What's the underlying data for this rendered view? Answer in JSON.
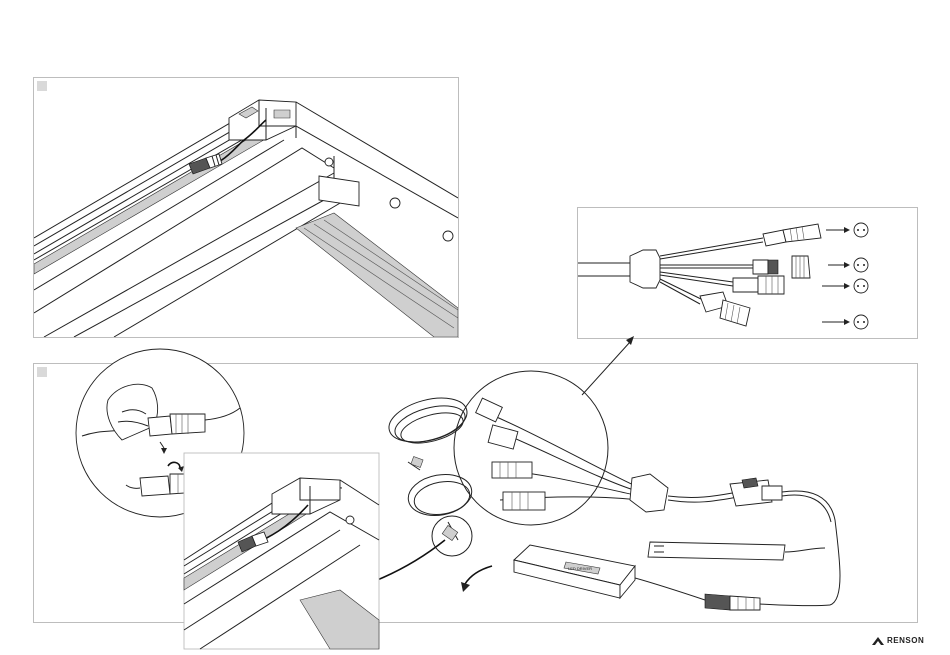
{
  "branding": {
    "logo_text": "RENSON"
  },
  "steps": [
    {
      "id": "step-1",
      "marker": ""
    },
    {
      "id": "step-2",
      "marker": ""
    }
  ],
  "icons": {
    "logo": "renson-logo-icon",
    "connector_socket": "two-pin-socket-icon",
    "rotate": "rotate-arrow-icon",
    "arrow": "arrow-right-icon"
  },
  "colors": {
    "line": "#222222",
    "panel_border": "#bdbdbd",
    "marker": "#d9d9d9",
    "profile_gray": "#cfcfcf"
  },
  "driver": {
    "label": "LED DRIVER"
  }
}
